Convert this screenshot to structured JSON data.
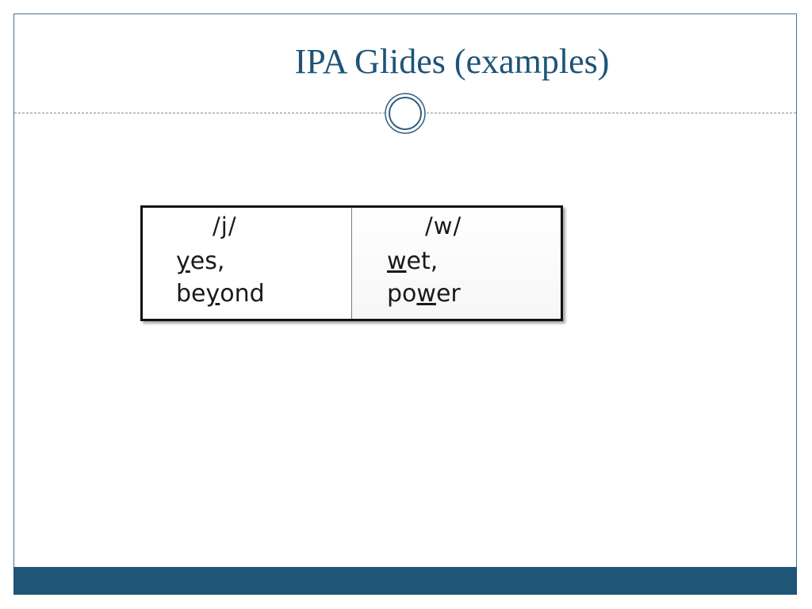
{
  "slide": {
    "title": "IPA Glides (examples)"
  },
  "table": {
    "columns": [
      {
        "header": "/j/",
        "words": [
          {
            "pre": "",
            "mark": "y",
            "post": "es,"
          },
          {
            "pre": "be",
            "mark": "y",
            "post": "ond"
          }
        ]
      },
      {
        "header": "/w/",
        "words": [
          {
            "pre": "",
            "mark": "w",
            "post": "et,"
          },
          {
            "pre": "po",
            "mark": "w",
            "post": "er"
          }
        ]
      }
    ]
  },
  "colors": {
    "accent": "#1d5478",
    "frame": "#4a6f8a",
    "footer": "#1f5577"
  }
}
